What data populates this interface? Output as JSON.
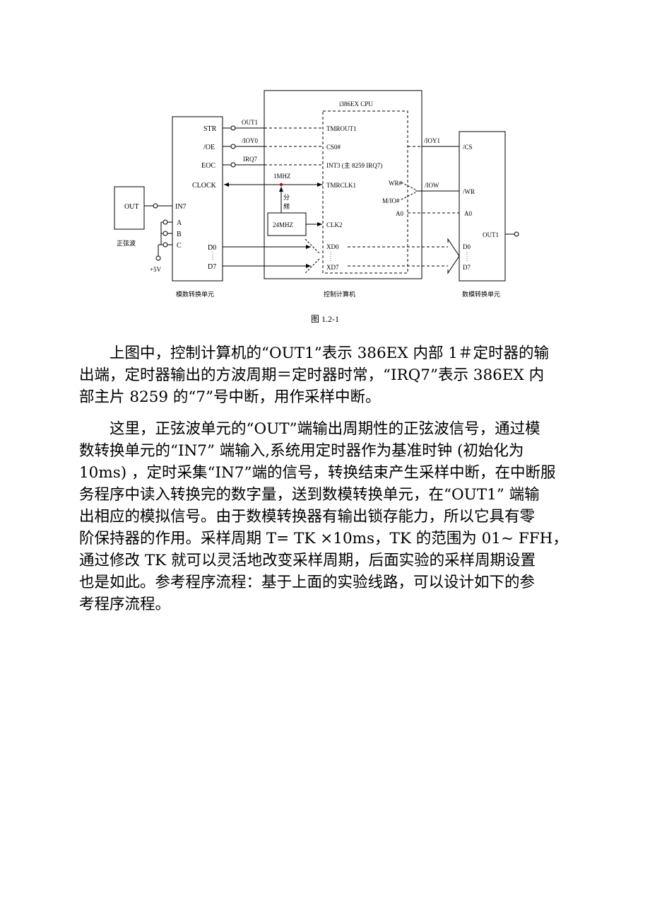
{
  "diagram": {
    "cpu_box_title": "i386EX CPU",
    "adc": {
      "label": "模数转换单元",
      "pins": {
        "str": "STR",
        "oe": "/OE",
        "eoc": "EOC",
        "clock": "CLOCK",
        "in7": "IN7",
        "a": "A",
        "b": "B",
        "c": "C",
        "d0": "D0",
        "d7": "D7"
      }
    },
    "sine": {
      "out": "OUT",
      "label": "正弦波",
      "supply": "+5V"
    },
    "computer": {
      "label": "控制计算机",
      "signals": {
        "out1": "OUT1",
        "ioy0": "/IOY0",
        "irq7": "IRQ7",
        "mhz1": "1MHZ",
        "fen": "分",
        "pin": "频",
        "osc": "24MHZ"
      },
      "pins": {
        "tmrout1": "TMROUT1",
        "cs0": "CS0#",
        "int3": "INT3 (主 8259 IRQ7)",
        "tmrclk1": "TMRCLK1",
        "clk2": "CLK2",
        "xd0": "XD0",
        "xd7": "XD7",
        "wr": "WR#",
        "mio": "M/IO#",
        "a0": "A0"
      }
    },
    "dac": {
      "label": "数模转换单元",
      "signals": {
        "ioy1": "/IOY1",
        "iow": "/IOW"
      },
      "pins": {
        "cs": "/CS",
        "wr": "/WR",
        "a0": "A0",
        "out1": "OUT1",
        "d0": "D0",
        "d7": "D7"
      }
    },
    "caption": "图 1.2-1"
  },
  "paragraphs": [
    [
      "上图中，控制计算机的“OUT1”表示 386EX 内部 1＃定时器的输",
      "出端，定时器输出的方波周期＝定时器时常，“IRQ7”表示 386EX 内",
      "部主片 8259 的“7”号中断，用作采样中断。"
    ],
    [
      "这里，正弦波单元的“OUT”端输出周期性的正弦波信号，通过模",
      "数转换单元的“IN7” 端输入,系统用定时器作为基准时钟 (初始化为",
      "10ms) ，定时采集“IN7”端的信号，转换结束产生采样中断，在中断服",
      "务程序中读入转换完的数字量，送到数模转换单元，在“OUT1” 端输",
      "出相应的模拟信号。由于数模转换器有输出锁存能力，所以它具有零",
      "阶保持器的作用。采样周期 T= TK ×10ms，TK 的范围为 01~ FFH，",
      "通过修改 TK 就可以灵活地改变采样周期，后面实验的采样周期设置",
      "也是如此。参考程序流程：基于上面的实验线路，可以设计如下的参",
      "考程序流程。"
    ]
  ]
}
